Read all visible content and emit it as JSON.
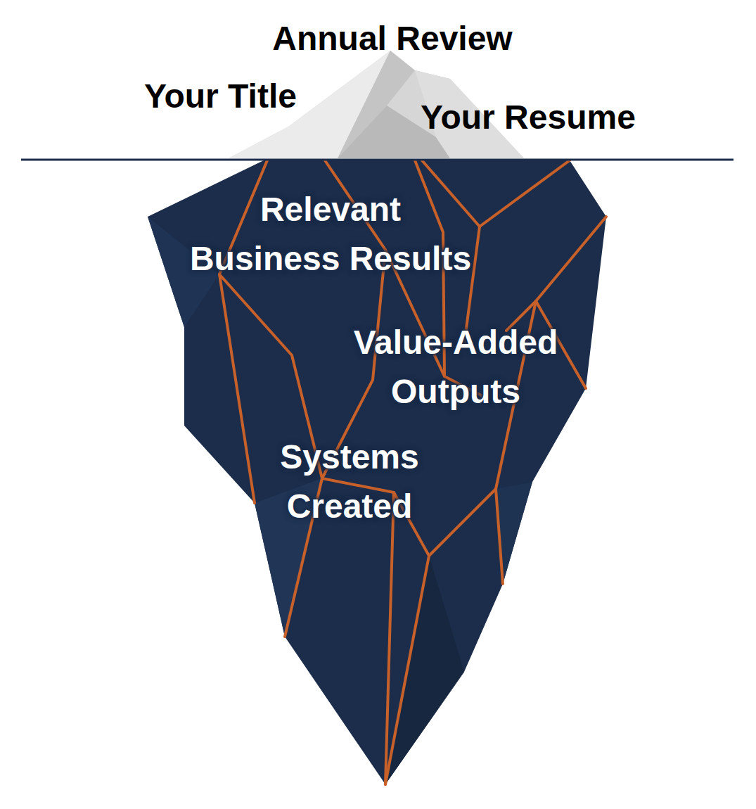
{
  "diagram": {
    "labels": [
      "Annual Review",
      "Your Title",
      "Your Resume",
      "Relevant Business Results",
      "Value-Added Outputs",
      "Systems Created"
    ]
  }
}
